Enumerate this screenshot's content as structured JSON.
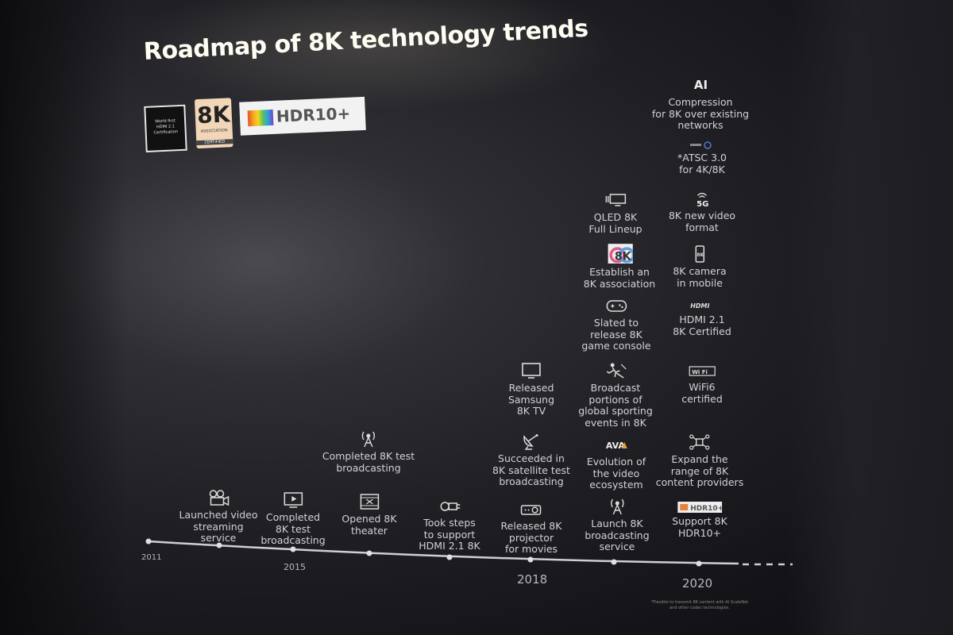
{
  "title": "Roadmap of 8K technology trends",
  "logos": {
    "hdmi": "World first\nHDMI 2.1\nCertification",
    "eightk_big": "8K",
    "eightk_assoc": "ASSOCIATION",
    "eightk_cert": "CERTIFIED",
    "hdr": "HDR10+"
  },
  "years": {
    "y2011": "2011",
    "y2015": "2015",
    "y2018": "2018",
    "y2020": "2020"
  },
  "milestones": {
    "streaming": "Launched video\nstreaming\nservice",
    "test_broadcast": "Completed\n8K test\nbroadcasting",
    "test_broadcast_2": "Completed 8K test\nbroadcasting",
    "theater": "Opened 8K\ntheater",
    "hdmi_steps": "Took steps\nto support\nHDMI 2.1 8K",
    "projector": "Released 8K\nprojector\nfor movies",
    "satellite": "Succeeded in\n8K satellite test\nbroadcasting",
    "samsung_tv": "Released\nSamsung\n8K TV",
    "broadcast_service": "Launch 8K\nbroadcasting\nservice",
    "ecosystem": "Evolution of\nthe video\necosystem",
    "sporting": "Broadcast\nportions of\nglobal sporting\nevents in 8K",
    "game_console": "Slated to\nrelease 8K\ngame console",
    "association": "Establish an\n8K association",
    "qled": "QLED 8K\nFull Lineup",
    "hdr10": "Support 8K\nHDR10+",
    "providers": "Expand the\nrange of 8K\ncontent providers",
    "wifi6": "WiFi6\ncertified",
    "hdmi21": "HDMI 2.1\n8K Certified",
    "camera": "8K camera\nin mobile",
    "format": "8K new video\nformat",
    "atsc": "*ATSC 3.0\nfor 4K/8K",
    "ai_compression": "Compression\nfor 8K over existing\nnetworks"
  },
  "icon_text": {
    "five_g": "5G",
    "ai": "AI",
    "ava": "AVA",
    "hdmi_mark": "HDMI",
    "wifi_mark": "Wi Fi",
    "eightk_tile": "8K",
    "hdr_badge": "HDR10+"
  },
  "icons": {
    "streaming": "camera-icon",
    "test_broadcast": "monitor-play-icon",
    "theater": "film-icon",
    "test_broadcast_2": "antenna-tower-icon",
    "hdmi_steps": "hdmi-cable-icon",
    "projector": "projector-icon",
    "satellite": "satellite-dish-icon",
    "samsung_tv": "tv-icon",
    "broadcast_service": "broadcast-tower-icon",
    "ecosystem": "ava-logo-icon",
    "sporting": "sports-icon",
    "game_console": "gamepad-icon",
    "association": "8k-association-icon",
    "qled": "qled-tv-icon",
    "hdr10": "hdr10-badge-icon",
    "providers": "network-icon",
    "wifi6": "wifi-certified-icon",
    "hdmi21": "hdmi-logo-icon",
    "camera": "phone-8k-icon",
    "format": "5g-icon",
    "atsc": "atsc-logo-icon",
    "ai_compression": "ai-icon"
  },
  "footnote": "*Flexible to transmit 8K content with AI ScaleNet\nand other codec technologies.",
  "colors": {
    "background": "#1c1c20",
    "text": "#d2d2d6",
    "title": "#fffdf2",
    "line": "#cfcfd3"
  }
}
